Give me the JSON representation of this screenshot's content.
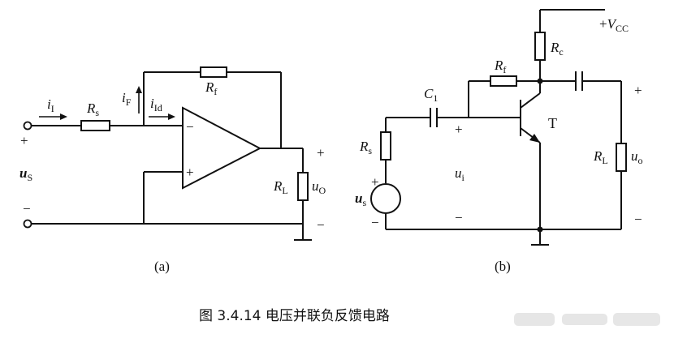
{
  "caption": "图 3.4.14   电压并联负反馈电路",
  "circuit_a": {
    "label": "(a)",
    "i_I": {
      "base": "i",
      "sub": "I"
    },
    "R_s": {
      "base": "R",
      "sub": "s"
    },
    "i_F": {
      "base": "i",
      "sub": "F"
    },
    "i_Id": {
      "base": "i",
      "sub": "Id"
    },
    "R_f": {
      "base": "R",
      "sub": "f"
    },
    "u_S": {
      "base": "u",
      "sub": "S"
    },
    "R_L": {
      "base": "R",
      "sub": "L"
    },
    "u_O": {
      "base": "u",
      "sub": "O"
    },
    "in_plus": "+",
    "in_minus": "−",
    "out_plus": "+",
    "out_minus": "−",
    "opamp_inv": "−",
    "opamp_noninv": "+"
  },
  "circuit_b": {
    "label": "(b)",
    "vcc": {
      "prefix": "+",
      "base": "V",
      "sub": "CC"
    },
    "R_c": {
      "base": "R",
      "sub": "c"
    },
    "R_f": {
      "base": "R",
      "sub": "f"
    },
    "C_1": {
      "base": "C",
      "sub": "1"
    },
    "T": "T",
    "R_s": {
      "base": "R",
      "sub": "s"
    },
    "u_s": {
      "base": "u",
      "sub": "s"
    },
    "u_i": {
      "base": "u",
      "sub": "i"
    },
    "R_L": {
      "base": "R",
      "sub": "L"
    },
    "u_o": {
      "base": "u",
      "sub": "o"
    },
    "src_plus": "+",
    "src_minus": "−",
    "ui_plus": "+",
    "ui_minus": "−",
    "out_plus": "+",
    "out_minus": "−"
  }
}
